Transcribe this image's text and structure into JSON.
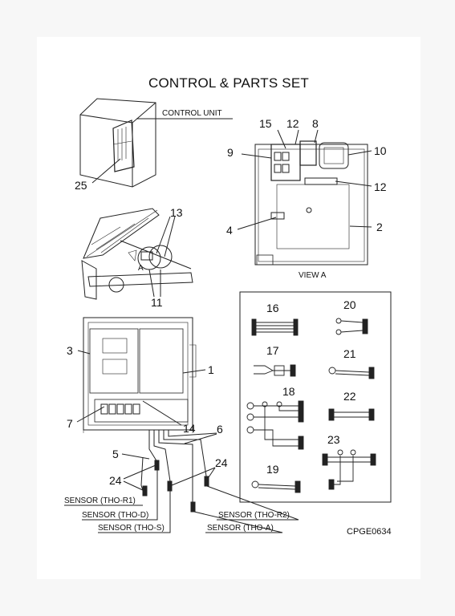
{
  "title": "CONTROL & PARTS SET",
  "labels": {
    "control_unit": "CONTROL UNIT",
    "view_a": "VIEW A",
    "view_marker": "A",
    "drawing_code": "CPGE0634"
  },
  "sensors": [
    "SENSOR (THO-R1)",
    "SENSOR (THO-D)",
    "SENSOR (THO-S)",
    "SENSOR (THO-R2)",
    "SENSOR (THO-A)"
  ],
  "callouts": {
    "c1": "1",
    "c2": "2",
    "c3": "3",
    "c4": "4",
    "c5": "5",
    "c6": "6",
    "c7": "7",
    "c8": "8",
    "c9": "9",
    "c10": "10",
    "c11": "11",
    "c12": "12",
    "c12b": "12",
    "c13": "13",
    "c14": "14",
    "c15": "15",
    "c16": "16",
    "c17": "17",
    "c18": "18",
    "c19": "19",
    "c20": "20",
    "c21": "21",
    "c22": "22",
    "c23": "23",
    "c24": "24",
    "c24b": "24",
    "c25": "25"
  }
}
